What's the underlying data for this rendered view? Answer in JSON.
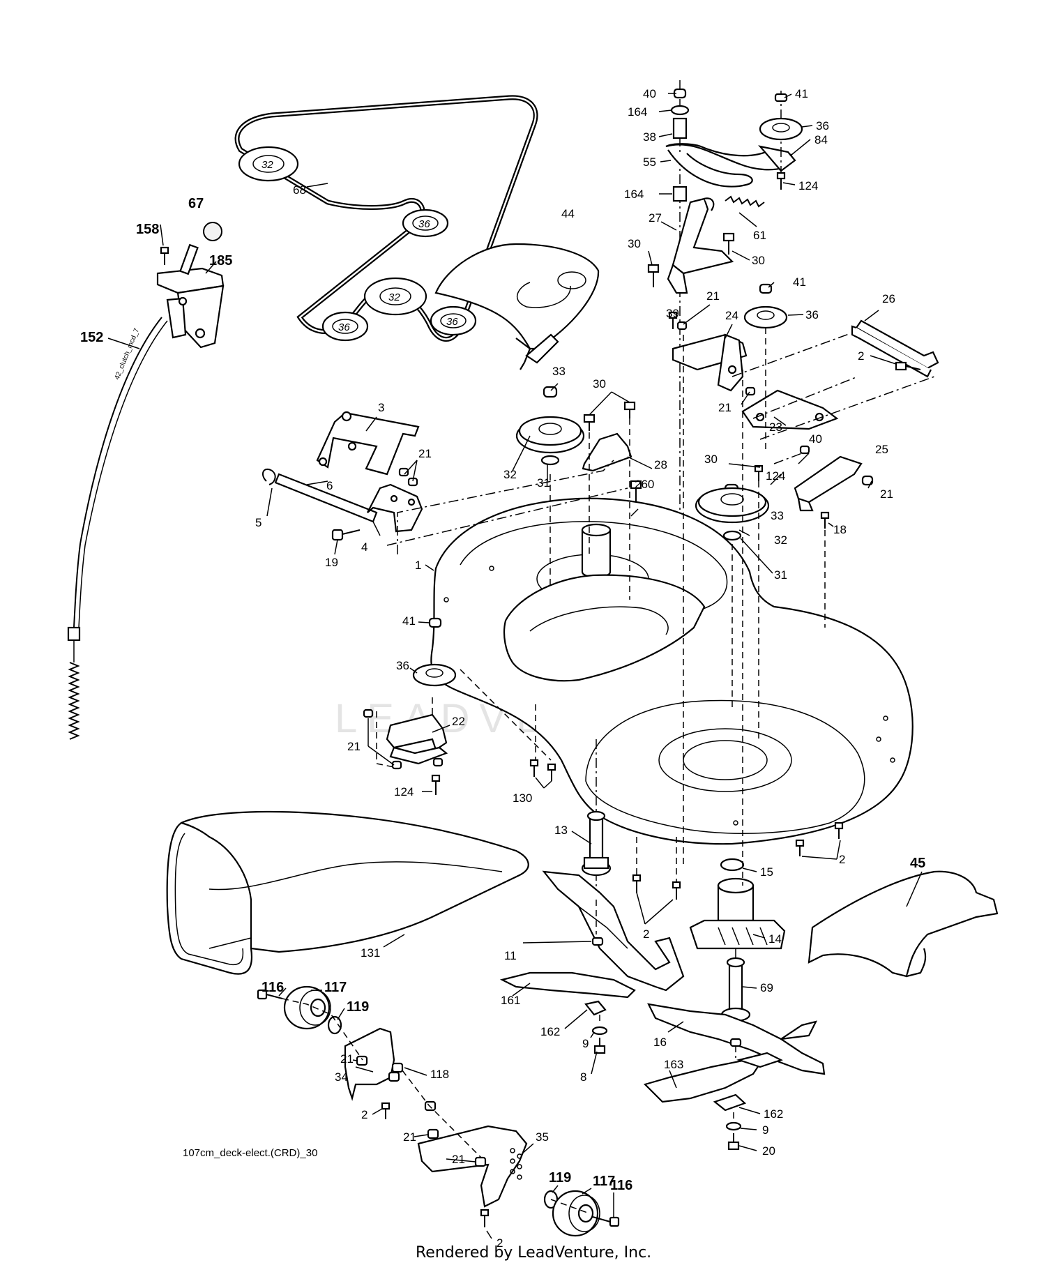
{
  "diagram": {
    "reference_code": "107cm_deck-elect.(CRD)_30",
    "footer": "Rendered by LeadVenture, Inc.",
    "watermark": "LEADVENTURE",
    "cable_label": "42_clutch_mcd_7",
    "belt_pulley_labels": {
      "p32_top": "32",
      "p36_right": "36",
      "p32_mid": "32",
      "p36_left": "36",
      "p36_mid": "36"
    },
    "callouts": {
      "c40_top": "40",
      "c41_top": "41",
      "c164_a": "164",
      "c36_a": "36",
      "c38": "38",
      "c84": "84",
      "c55": "55",
      "c164_b": "164",
      "c124_a": "124",
      "c67": "67",
      "c158": "158",
      "c185": "185",
      "c68": "68",
      "c44": "44",
      "c27": "27",
      "c61": "61",
      "c30_a": "30",
      "c30_b": "30",
      "c41_b": "41",
      "c36_b": "36",
      "c39": "39",
      "c21_a": "21",
      "c24": "24",
      "c26": "26",
      "c152": "152",
      "c2_a": "2",
      "c33_a": "33",
      "c30_c": "30",
      "c21_b": "21",
      "c3": "3",
      "c23": "23",
      "c21_c": "21",
      "c32_a": "32",
      "c31_a": "31",
      "c28": "28",
      "c30_d": "30",
      "c124_b": "124",
      "c40_b": "40",
      "c25": "25",
      "c21_d": "21",
      "c6": "6",
      "c5": "5",
      "c260": "260",
      "c33_b": "33",
      "c18": "18",
      "c32_b": "32",
      "c4": "4",
      "c19": "19",
      "c31_b": "31",
      "c1": "1",
      "c41_c": "41",
      "c36_c": "36",
      "c22": "22",
      "c21_e": "21",
      "c124_c": "124",
      "c130": "130",
      "c13": "13",
      "c45": "45",
      "c2_b": "2",
      "c15": "15",
      "c2_c": "2",
      "c14": "14",
      "c131": "131",
      "c11": "11",
      "c69": "69",
      "c116_a": "116",
      "c117_a": "117",
      "c119_a": "119",
      "c161": "161",
      "c162_a": "162",
      "c16": "16",
      "c21_f": "21",
      "c34": "34",
      "c9_a": "9",
      "c118": "118",
      "c8": "8",
      "c163": "163",
      "c2_d": "2",
      "c162_b": "162",
      "c21_g": "21",
      "c35": "35",
      "c9_b": "9",
      "c21_h": "21",
      "c20": "20",
      "c119_b": "119",
      "c117_b": "117",
      "c116_b": "116",
      "c2_e": "2"
    }
  }
}
